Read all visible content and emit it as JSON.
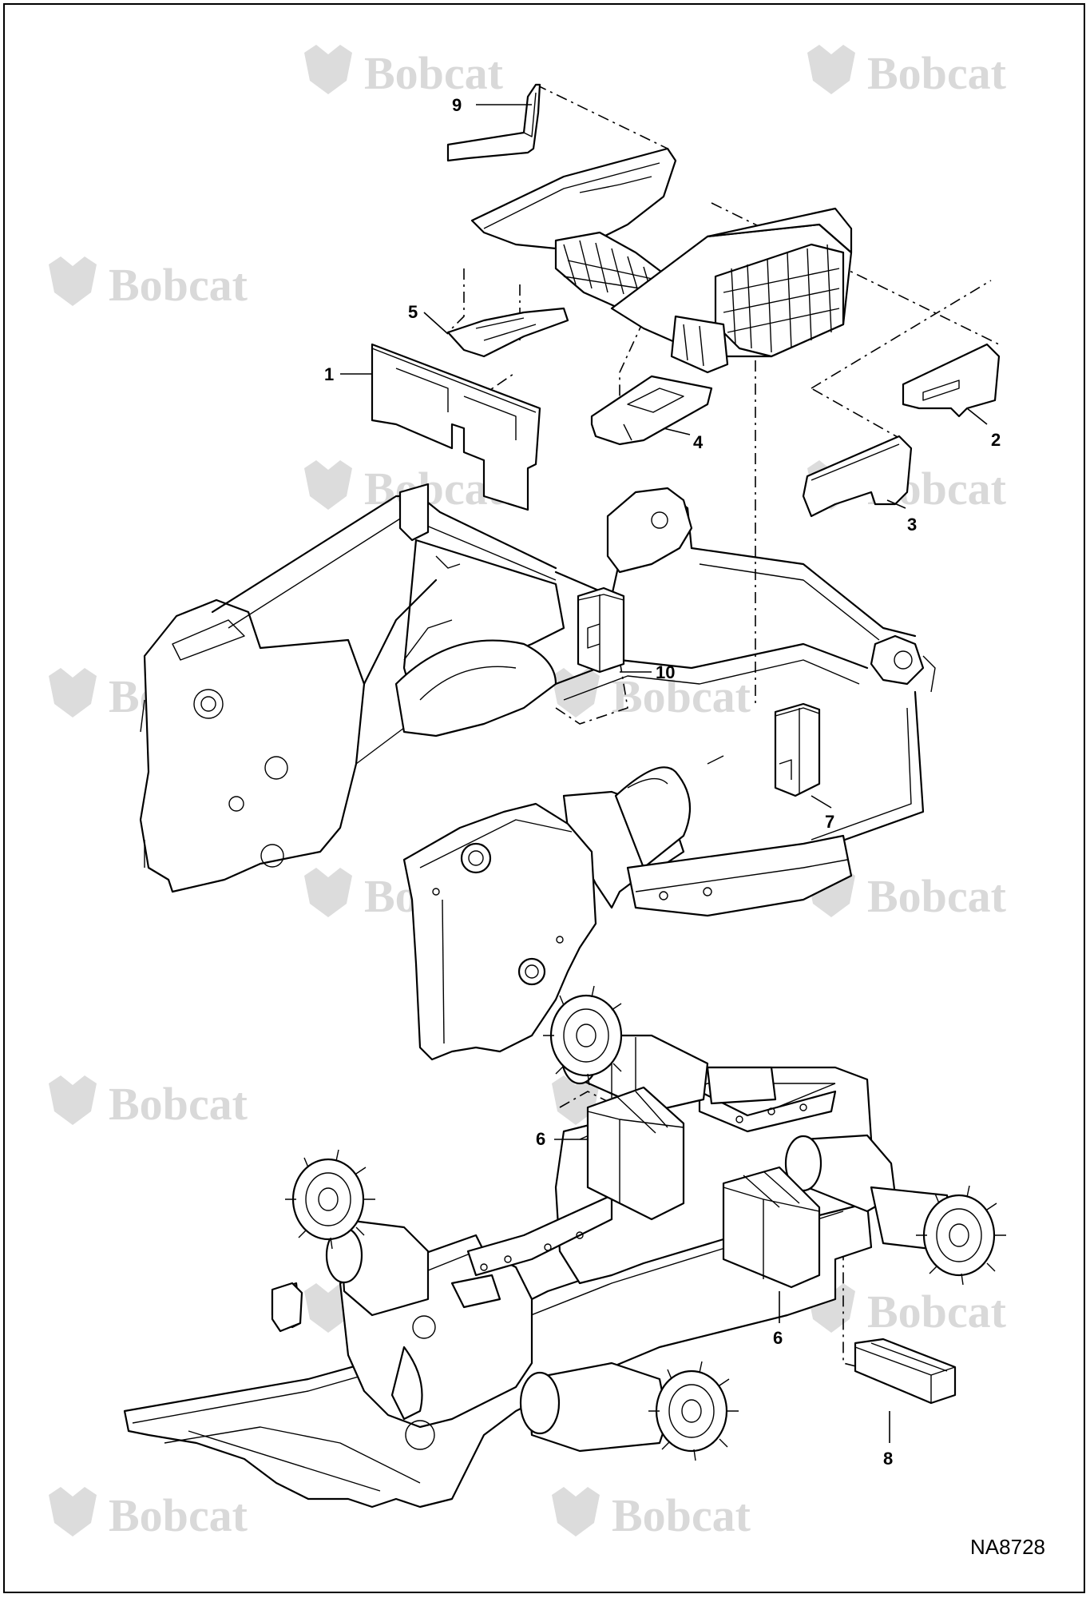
{
  "diagram": {
    "drawing_code": "NA8728",
    "watermark_text": "Bobcat",
    "callouts": [
      {
        "id": "c1",
        "label": "1"
      },
      {
        "id": "c2",
        "label": "2"
      },
      {
        "id": "c3",
        "label": "3"
      },
      {
        "id": "c4",
        "label": "4"
      },
      {
        "id": "c5",
        "label": "5"
      },
      {
        "id": "c6a",
        "label": "6"
      },
      {
        "id": "c6b",
        "label": "6"
      },
      {
        "id": "c7",
        "label": "7"
      },
      {
        "id": "c8",
        "label": "8"
      },
      {
        "id": "c9",
        "label": "9"
      },
      {
        "id": "c10",
        "label": "10"
      }
    ]
  }
}
